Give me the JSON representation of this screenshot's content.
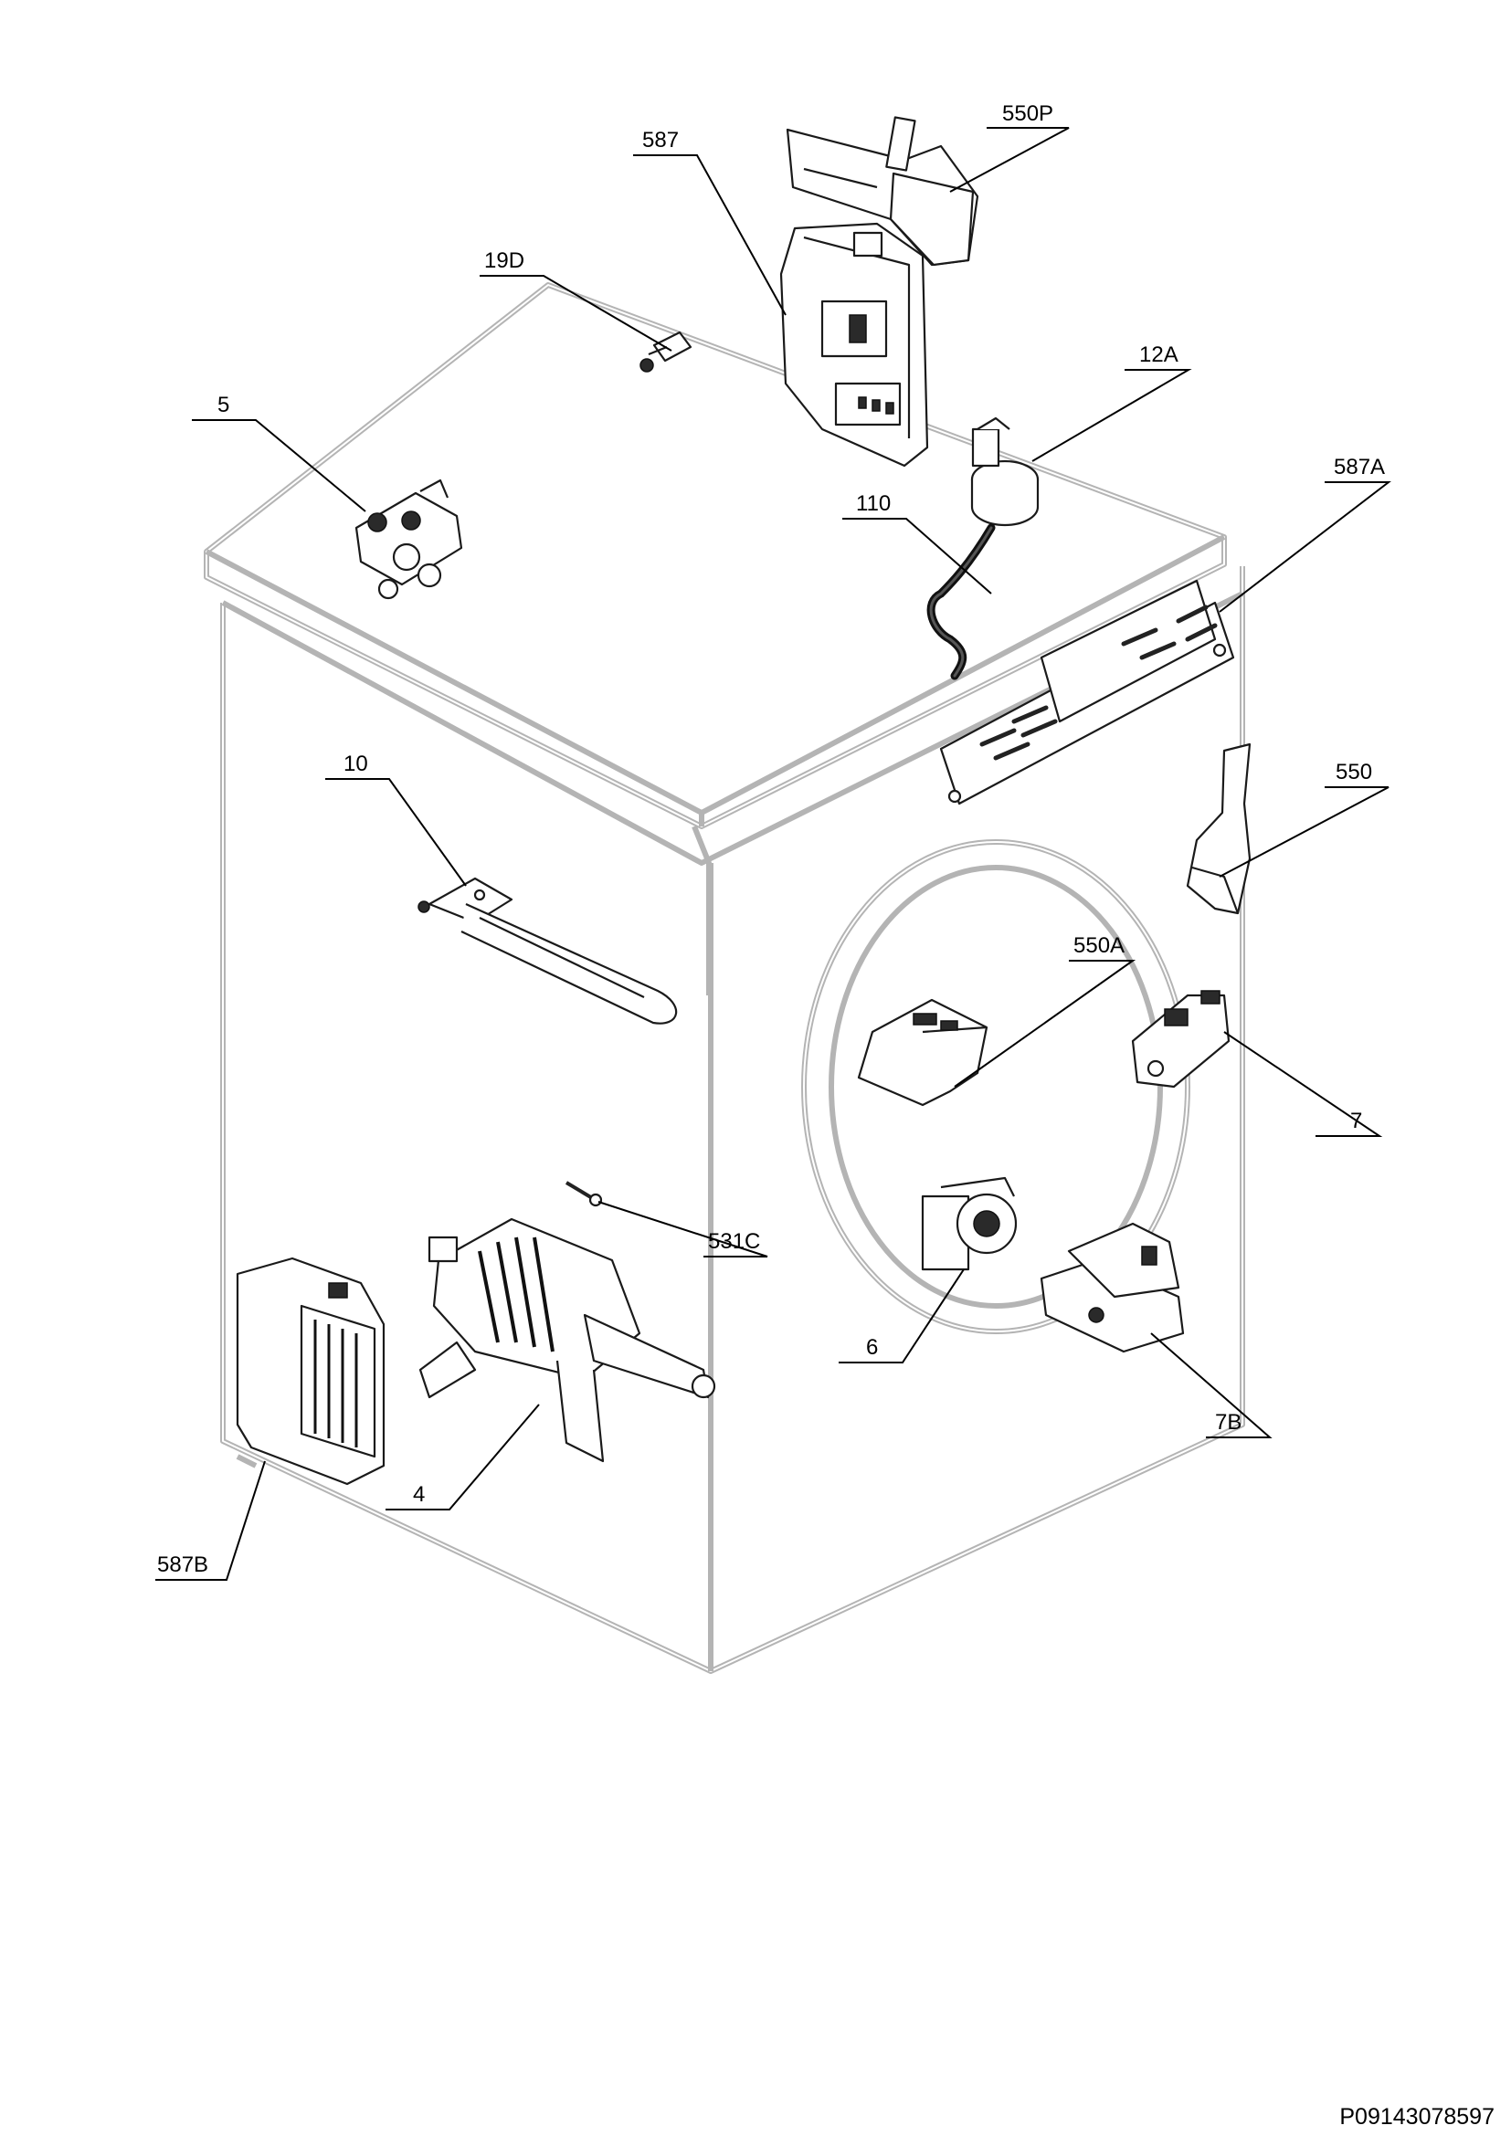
{
  "labels": {
    "l550P": "550P",
    "l587": "587",
    "l19D": "19D",
    "l12A": "12A",
    "l5": "5",
    "l110": "110",
    "l587A": "587A",
    "l10": "10",
    "l550": "550",
    "l550A": "550A",
    "l7": "7",
    "l531C": "531C",
    "l6": "6",
    "l7B": "7B",
    "l4": "4",
    "l587B": "587B"
  },
  "document_code": "P09143078597"
}
